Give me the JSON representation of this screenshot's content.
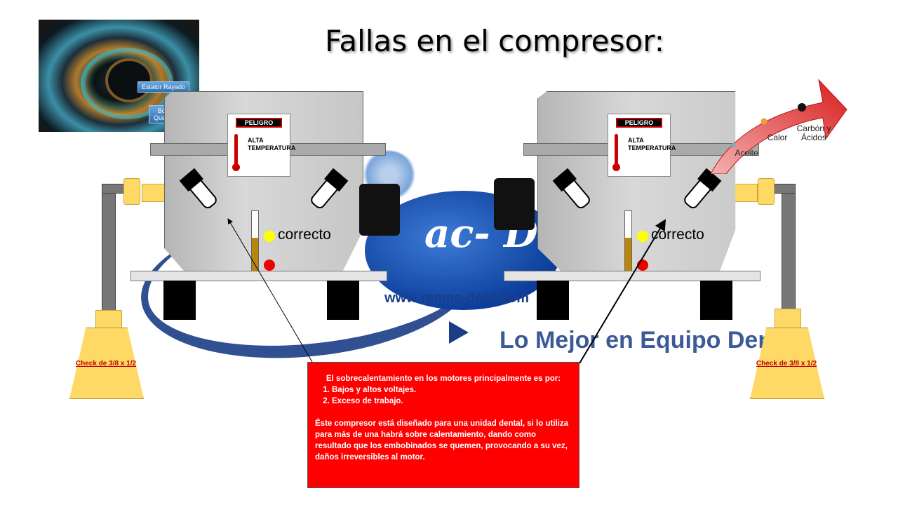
{
  "title": "Fallas en el compresor:",
  "photo": {
    "tag_stator": "Estator Rayado",
    "tag_coils": "Bobinas Quemadas"
  },
  "watermark": {
    "brand": "ac- Dent",
    "url": "www.remac-dent.com",
    "slogan": "Lo Mejor en Equipo Den"
  },
  "compressor_left": {
    "warning": "PELIGRO",
    "warning_text": "ALTA TEMPERATURA",
    "level_label": "correcto"
  },
  "compressor_right": {
    "warning": "PELIGRO",
    "warning_text": "ALTA TEMPERATURA",
    "level_label": "correcto"
  },
  "check_valve_left": "Check de 3/8 x 1/2",
  "check_valve_right": "Check de 3/8 x 1/2",
  "progression": {
    "stages": [
      "Aceite",
      "Calor",
      "Carbón y Ácidos"
    ]
  },
  "info": {
    "heading": "El sobrecalentamiento en los motores principalmente es por:",
    "causes": [
      "Bajos y altos voltajes.",
      "Exceso de trabajo."
    ],
    "explanation": "Éste compresor está diseñado para una unidad dental, si lo utiliza para más de una habrá sobre calentamiento, dando como resultado que los embobinados se quemen, provocando a su vez, daños irreversibles al motor."
  },
  "colors": {
    "info_bg": "#ff0000",
    "valve": "#ffd966",
    "level_ok": "#ffff00",
    "level_bad": "#ee0000",
    "brand_blue": "#1a3e86"
  }
}
